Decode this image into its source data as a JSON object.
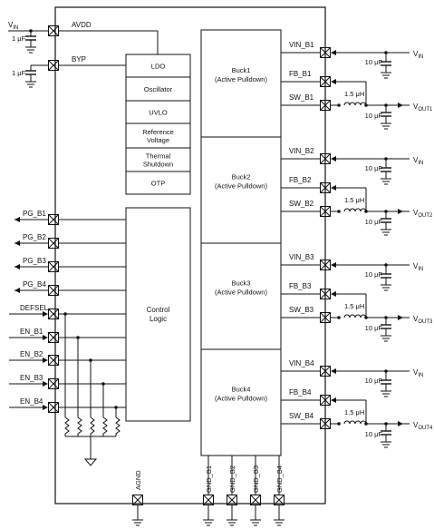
{
  "diagram": {
    "chip": {
      "pins_left": [
        "AVDD",
        "BYP",
        "PG_B1",
        "PG_B2",
        "PG_B3",
        "PG_B4",
        "DEFSEL",
        "EN_B1",
        "EN_B2",
        "EN_B3",
        "EN_B4"
      ],
      "pin_agnd": "AGND",
      "pins_bottom": [
        "GND_B1",
        "GND_B2",
        "GND_B3",
        "GND_B4"
      ],
      "blocks_stack": [
        "LDO",
        "Oscillator",
        "UVLO",
        "Reference\nVoltage",
        "Thermal\nShutdown",
        "OTP"
      ],
      "control_logic": "Control\nLogic"
    },
    "input": {
      "vin_label": "V",
      "vin_sub": "IN",
      "cap1": "1 μF",
      "cap2": "1 μF"
    },
    "bucks": [
      {
        "title": "Buck1\n(Active Pulldown)",
        "vin_pin": "VIN_B1",
        "fb_pin": "FB_B1",
        "sw_pin": "SW_B1",
        "vin_label": "V",
        "vin_sub": "IN",
        "vout_label": "V",
        "vout_sub": "OUT1",
        "inductor": "1.5 μH",
        "cap_in": "10 μF",
        "cap_out": "10 μF"
      },
      {
        "title": "Buck2\n(Active Pulldown)",
        "vin_pin": "VIN_B2",
        "fb_pin": "FB_B2",
        "sw_pin": "SW_B2",
        "vin_label": "V",
        "vin_sub": "IN",
        "vout_label": "V",
        "vout_sub": "OUT2",
        "inductor": "1.5 μH",
        "cap_in": "10 μF",
        "cap_out": "10 μF"
      },
      {
        "title": "Buck3\n(Active Pulldown)",
        "vin_pin": "VIN_B3",
        "fb_pin": "FB_B3",
        "sw_pin": "SW_B3",
        "vin_label": "V",
        "vin_sub": "IN",
        "vout_label": "V",
        "vout_sub": "OUT3",
        "inductor": "1.5 μH",
        "cap_in": "10 μF",
        "cap_out": "10 μF"
      },
      {
        "title": "Buck4\n(Active Pulldown)",
        "vin_pin": "VIN_B4",
        "fb_pin": "FB_B4",
        "sw_pin": "SW_B4",
        "vin_label": "V",
        "vin_sub": "IN",
        "vout_label": "V",
        "vout_sub": "OUT4",
        "inductor": "1.5 μH",
        "cap_in": "10 μF",
        "cap_out": "10 μF"
      }
    ]
  }
}
